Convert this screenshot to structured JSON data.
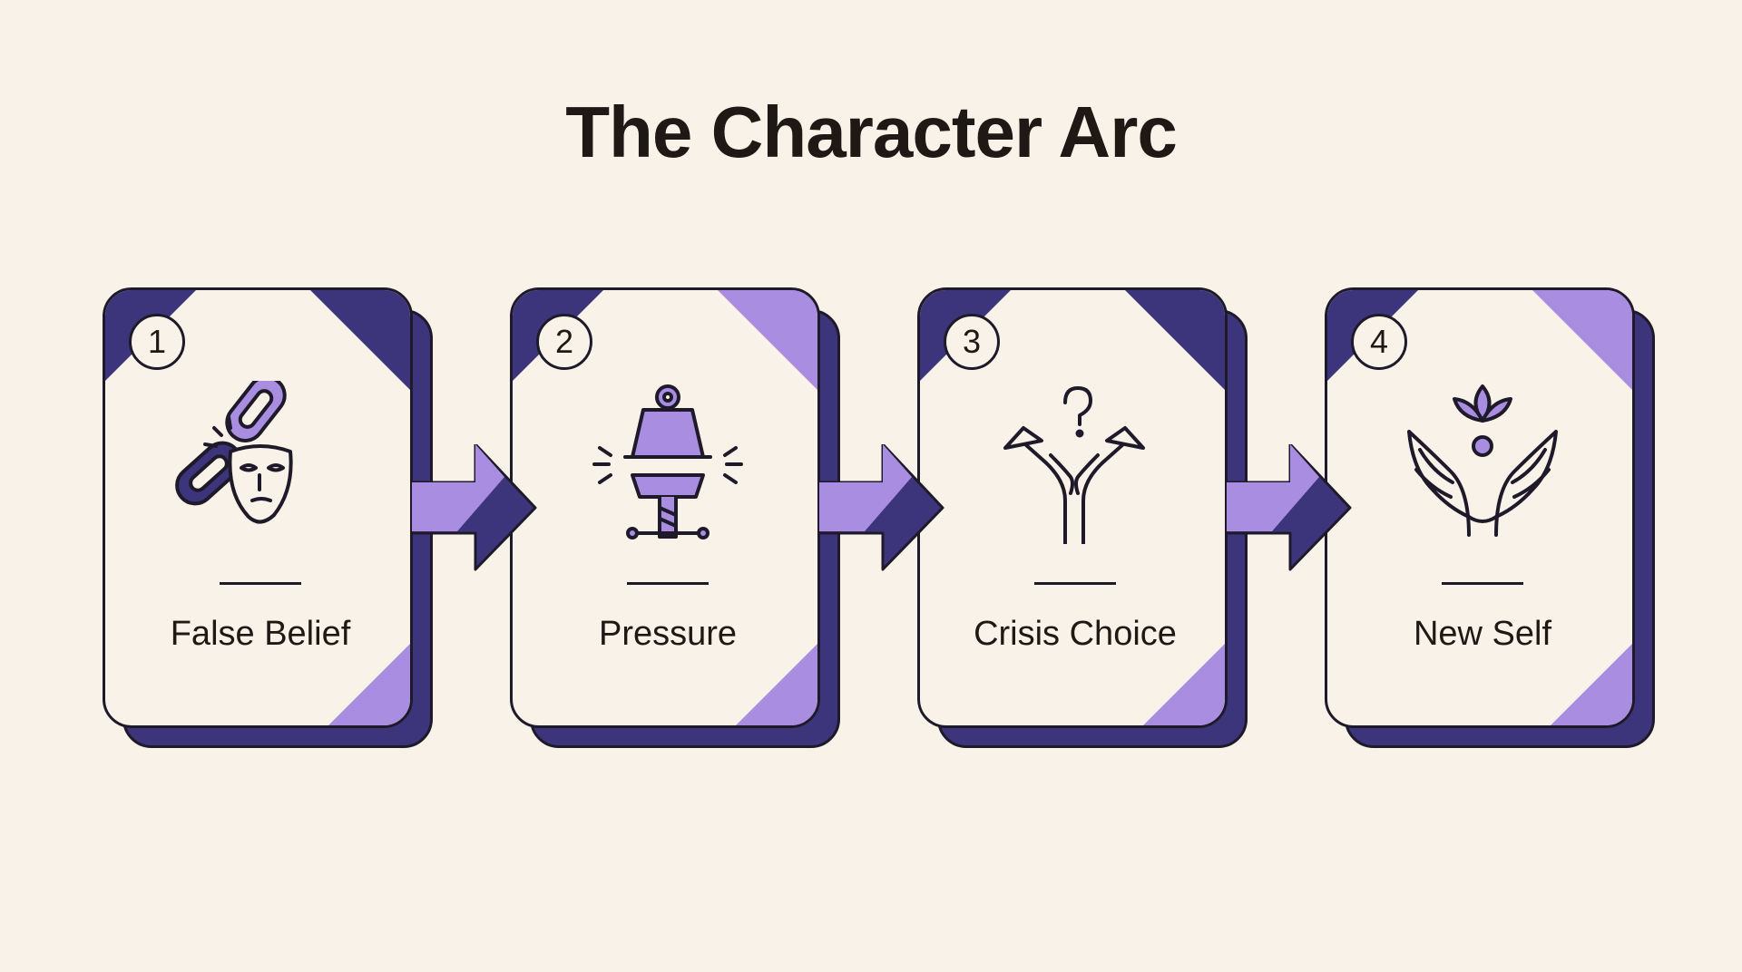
{
  "title": "The Character Arc",
  "colors": {
    "background": "#f8f2e8",
    "dark_purple": "#3d357c",
    "light_purple": "#a88de0",
    "outline": "#1e1a2a"
  },
  "steps": [
    {
      "number": "1",
      "label": "False Belief",
      "icon": "broken-chain-mask-icon"
    },
    {
      "number": "2",
      "label": "Pressure",
      "icon": "press-weight-icon"
    },
    {
      "number": "3",
      "label": "Crisis Choice",
      "icon": "forked-path-question-icon"
    },
    {
      "number": "4",
      "label": "New Self",
      "icon": "lotus-wings-icon"
    }
  ],
  "connectors": [
    "right-arrow-icon",
    "right-arrow-icon",
    "right-arrow-icon"
  ]
}
